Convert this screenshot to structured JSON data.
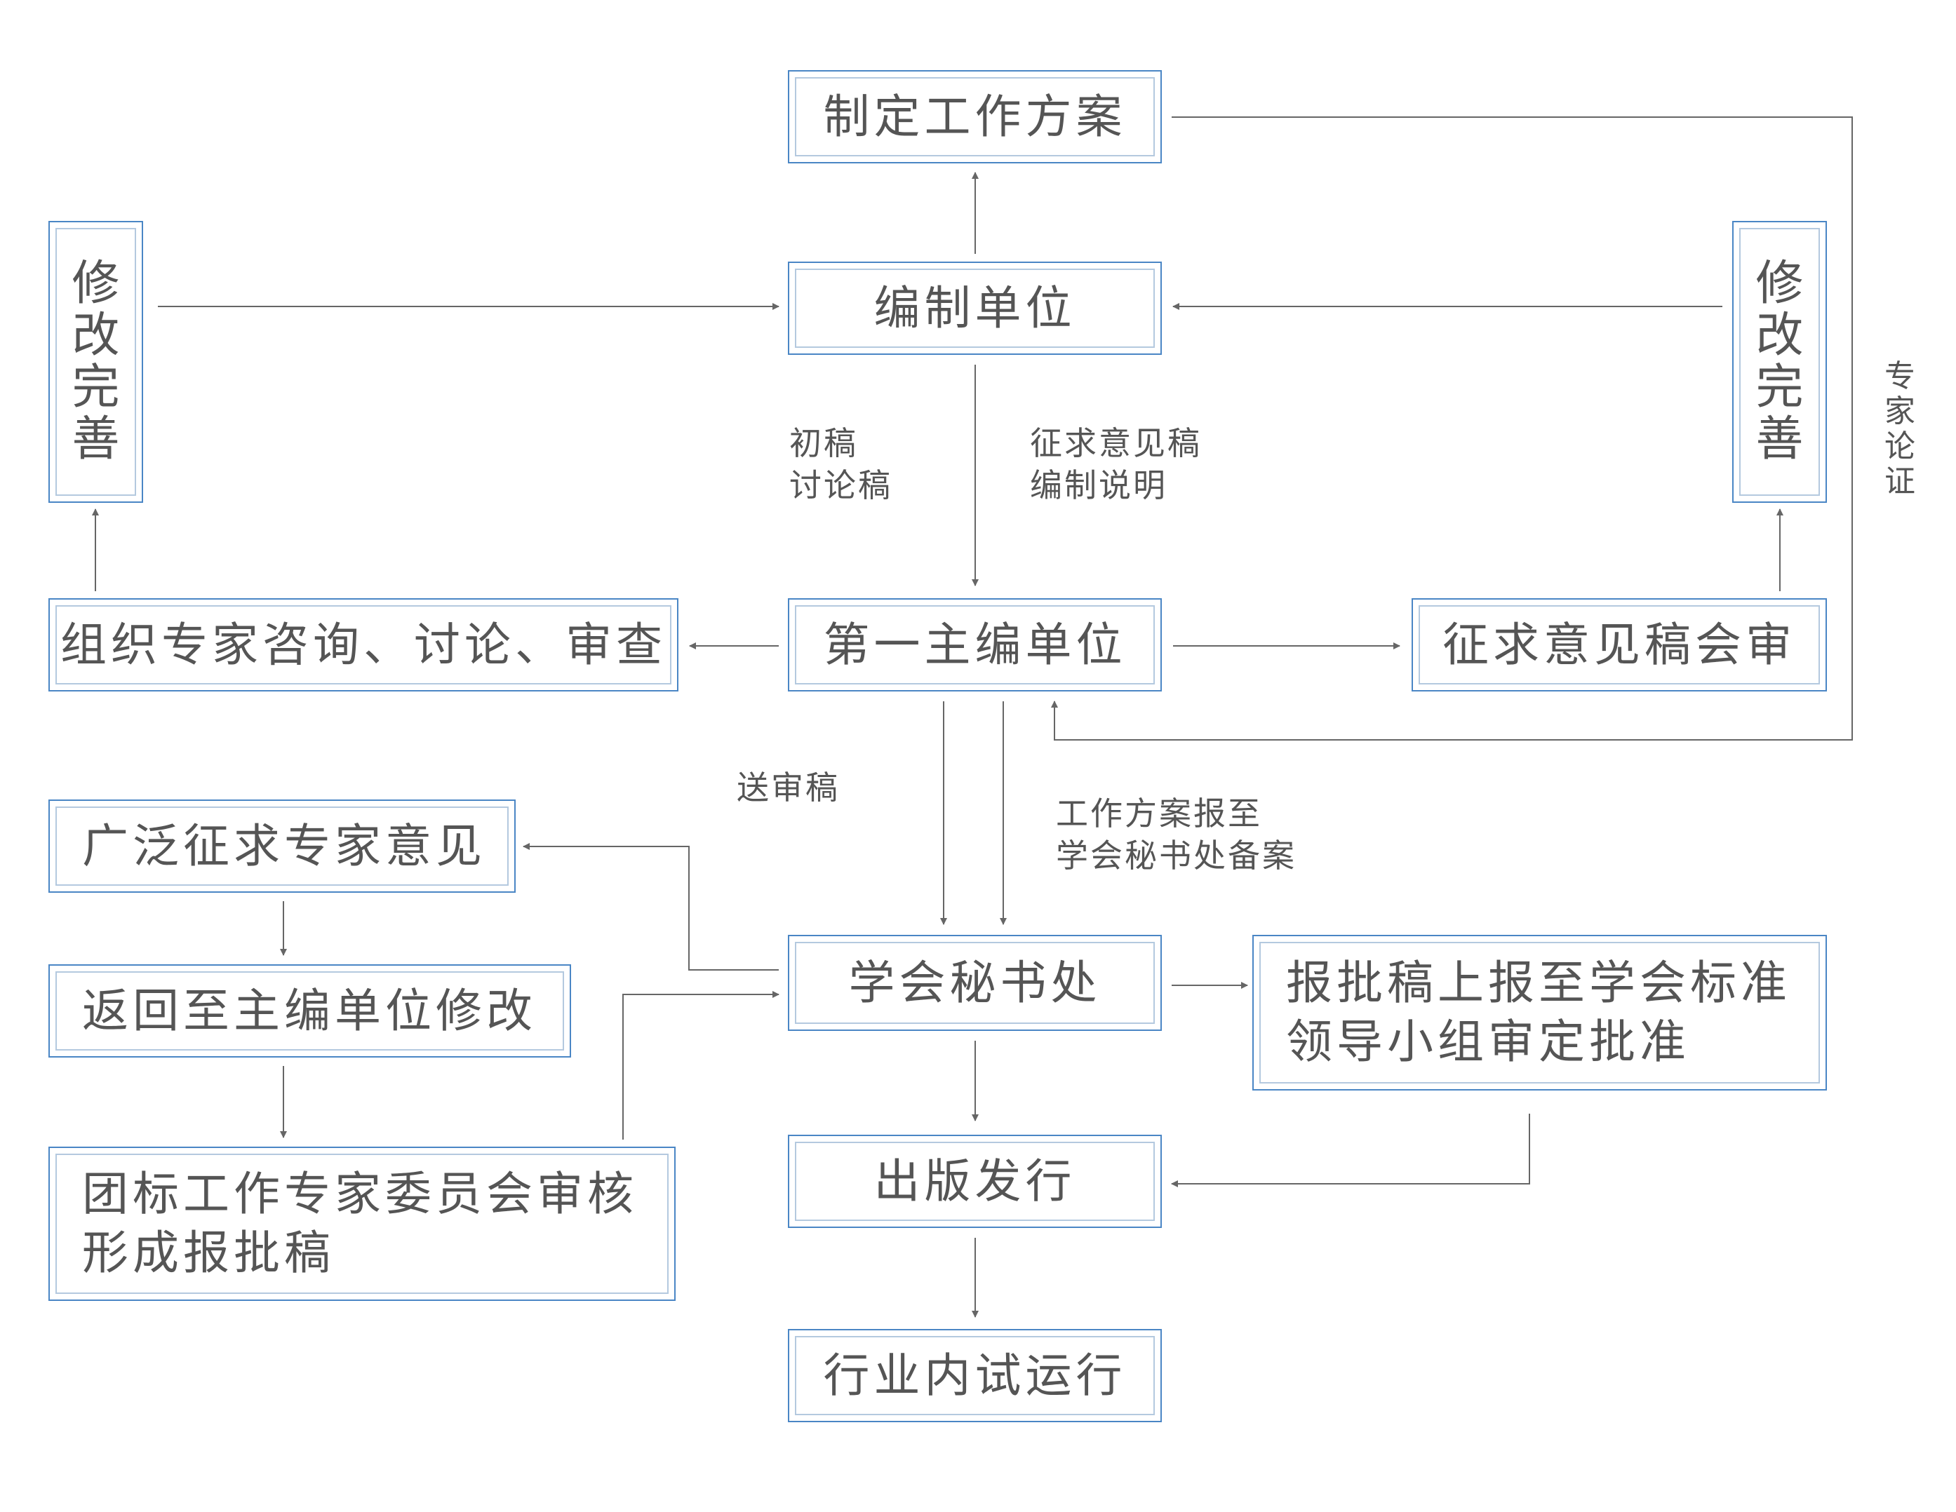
{
  "nodes": {
    "plan": "制定工作方案",
    "drafting_unit": "编制单位",
    "revise_left": [
      "修",
      "改",
      "完",
      "善"
    ],
    "revise_right": [
      "修",
      "改",
      "完",
      "善"
    ],
    "expert_review": "组织专家咨询、讨论、审查",
    "first_editor": "第一主编单位",
    "comment_review": "征求意见稿会审",
    "solicit_experts": "广泛征求专家意见",
    "return_editor": "返回至主编单位修改",
    "committee_review": [
      "团标工作专家委员会审核",
      "形成报批稿"
    ],
    "secretariat": "学会秘书处",
    "approval": [
      "报批稿上报至学会标准",
      "领导小组审定批准"
    ],
    "publish": "出版发行",
    "trial": "行业内试运行"
  },
  "edge_labels": {
    "draft": [
      "初稿",
      "讨论稿"
    ],
    "comment_draft": [
      "征求意见稿",
      "编制说明"
    ],
    "submit": "送审稿",
    "filing": [
      "工作方案报至",
      "学会秘书处备案"
    ],
    "expert_argument": [
      "专",
      "家",
      "论",
      "证"
    ]
  }
}
